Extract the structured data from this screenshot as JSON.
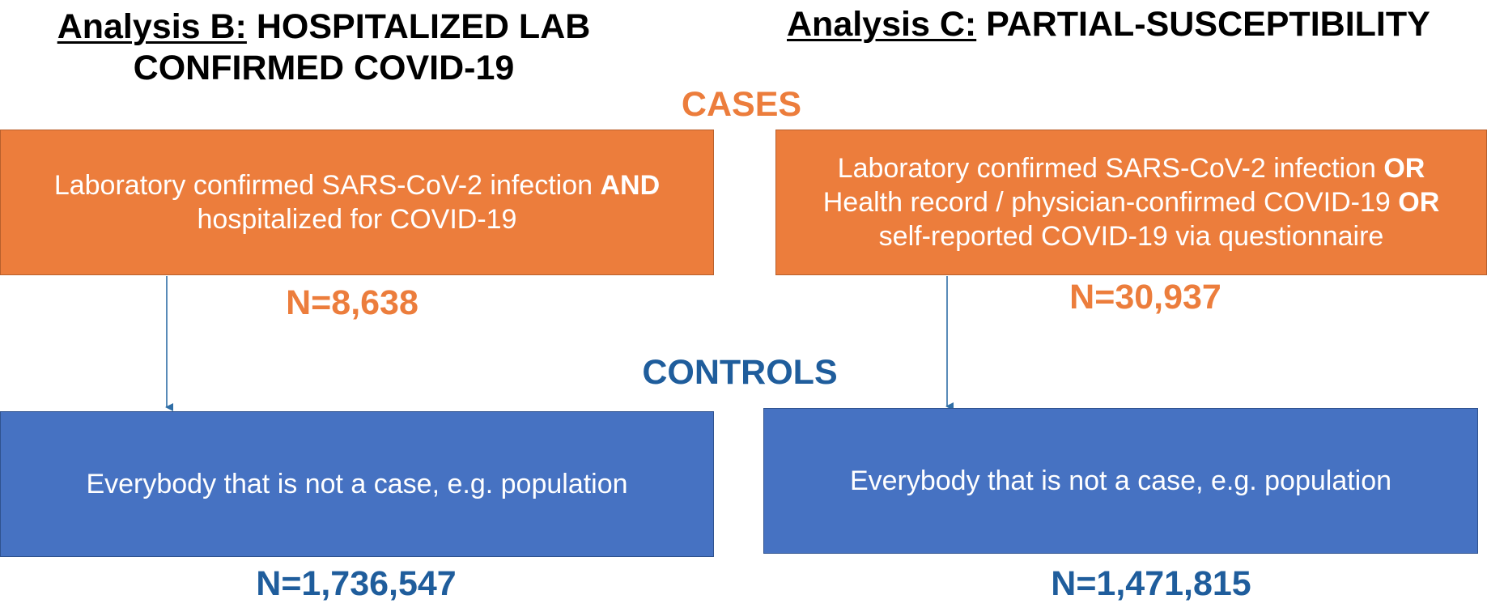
{
  "analysis_b": {
    "title_prefix": "Analysis B:",
    "title_line1_rest": " HOSPITALIZED LAB",
    "title_line2": "CONFIRMED COVID-19",
    "case_box": {
      "part1": "Laboratory confirmed SARS-CoV-2 infection ",
      "bold1": "AND",
      "part2": "hospitalized for COVID-19"
    },
    "case_count": "N=8,638",
    "control_box": "Everybody that is not a case, e.g. population",
    "control_count": "N=1,736,547"
  },
  "analysis_c": {
    "title_prefix": "Analysis C:",
    "title_rest": " PARTIAL-SUSCEPTIBILITY",
    "case_box": {
      "line1": "Laboratory confirmed SARS-CoV-2 infection ",
      "bold1": "OR",
      "line2": "Health record / physician-confirmed COVID-19 ",
      "bold2": "OR",
      "line3": "self-reported COVID-19 via questionnaire"
    },
    "case_count": "N=30,937",
    "control_box": "Everybody that is not a case, e.g. population",
    "control_count": "N=1,471,815"
  },
  "labels": {
    "cases": "CASES",
    "controls": "CONTROLS"
  },
  "colors": {
    "case_fill": "#ec7d3c",
    "control_fill": "#4672c2",
    "case_text": "#ec7d3c",
    "control_text": "#1f5d9c",
    "arrow": "#2f6ea6"
  }
}
